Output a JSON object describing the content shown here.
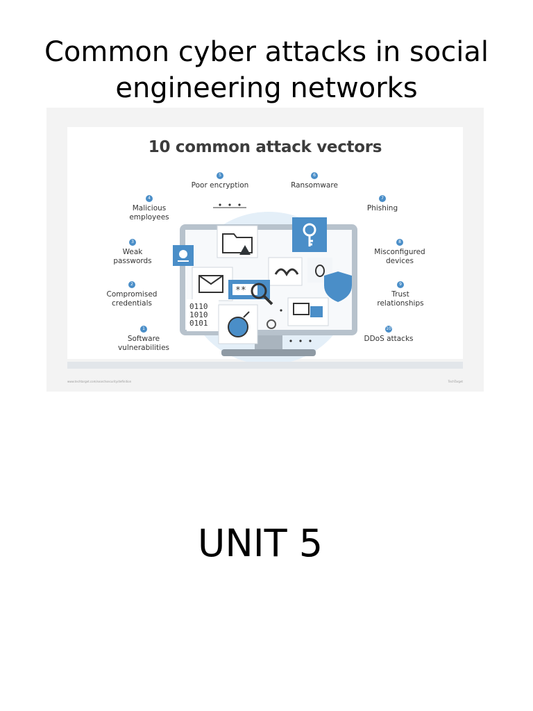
{
  "slide": {
    "title_line1": "Common cyber attacks in social",
    "title_line2": "engineering networks",
    "unit": "UNIT 5"
  },
  "infographic": {
    "title": "10 common attack vectors",
    "vectors": [
      {
        "num": "1",
        "label": "Software",
        "label2": "vulnerabilities"
      },
      {
        "num": "2",
        "label": "Compromised",
        "label2": "credentials"
      },
      {
        "num": "3",
        "label": "Weak",
        "label2": "passwords"
      },
      {
        "num": "4",
        "label": "Malicious",
        "label2": "employees"
      },
      {
        "num": "5",
        "label": "Poor encryption",
        "label2": ""
      },
      {
        "num": "6",
        "label": "Ransomware",
        "label2": ""
      },
      {
        "num": "7",
        "label": "Phishing",
        "label2": ""
      },
      {
        "num": "8",
        "label": "Misconfigured",
        "label2": "devices"
      },
      {
        "num": "9",
        "label": "Trust",
        "label2": "relationships"
      },
      {
        "num": "10",
        "label": "DDoS attacks",
        "label2": ""
      }
    ],
    "binary": [
      "0110",
      "1010",
      "0101"
    ],
    "password_mask": "**",
    "footer_left": "www.techtarget.com/searchsecurity/definition",
    "footer_right": "TechTarget",
    "colors": {
      "accent": "#4a8ec8",
      "panel": "#e8eef4",
      "monitor": "#b7c2cc",
      "glow": "#dcebf7"
    }
  }
}
